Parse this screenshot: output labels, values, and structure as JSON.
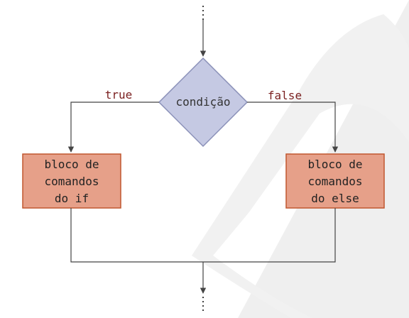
{
  "diagram": {
    "condition": {
      "label": "condição"
    },
    "branch_true": {
      "label": "true"
    },
    "branch_false": {
      "label": "false"
    },
    "block_if": {
      "lines": [
        "bloco de",
        "comandos",
        "do if"
      ]
    },
    "block_else": {
      "lines": [
        "bloco de",
        "comandos",
        "do else"
      ]
    }
  },
  "colors": {
    "line": "#444444",
    "diamond_fill": "#c5c9e3",
    "diamond_stroke": "#8a90b8",
    "box_fill": "#e6a089",
    "box_stroke": "#c0572f",
    "label_text": "#7a1f1f",
    "watermark": "#efefef"
  }
}
